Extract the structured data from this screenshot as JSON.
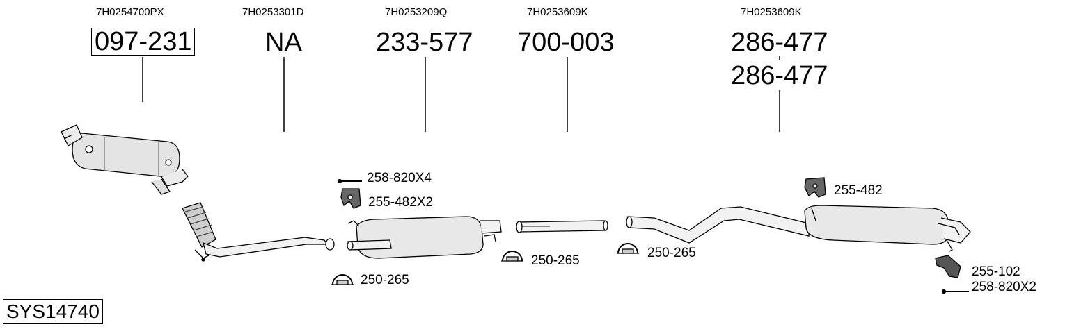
{
  "sections": [
    {
      "oem": "7H0254700PX",
      "part": "097-231",
      "boxed": true
    },
    {
      "oem": "7H0253301D",
      "part": "NA",
      "boxed": false
    },
    {
      "oem": "7H0253209Q",
      "part": "233-577",
      "boxed": false
    },
    {
      "oem": "7H0253609K",
      "part": "700-003",
      "boxed": false
    },
    {
      "oem": "7H0253609K",
      "part": "286-477",
      "part2": "286-477",
      "boxed": false
    }
  ],
  "hardware": {
    "bolt_1": "258-820X4",
    "hanger_1": "255-482X2",
    "clamp_1": "250-265",
    "clamp_2": "250-265",
    "clamp_3": "250-265",
    "hanger_2": "255-482",
    "bracket_1": "255-102",
    "bolt_2": "258-820X2"
  },
  "system_id": "SYS14740"
}
